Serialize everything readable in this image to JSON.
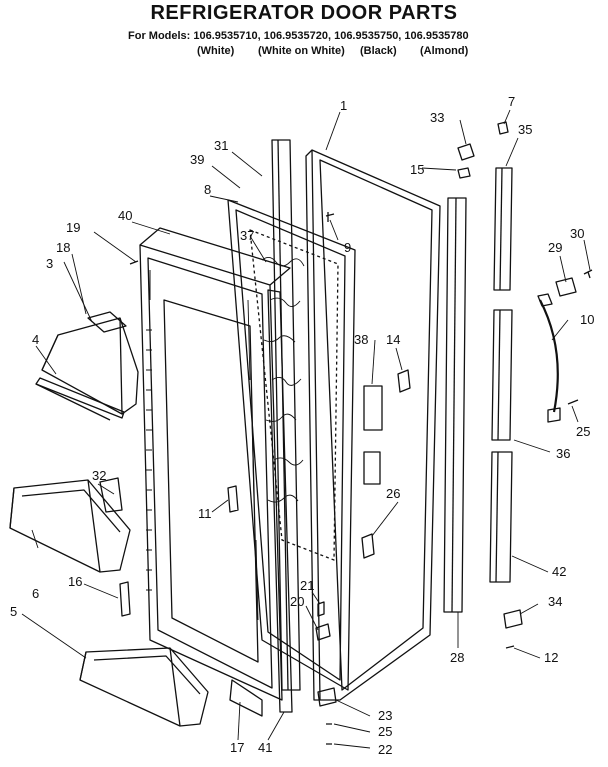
{
  "title": "REFRIGERATOR DOOR PARTS",
  "models_line": "For Models: 106.9535710, 106.9535720, 106.9535750, 106.9535780",
  "finishes": [
    "(White)",
    "(White on White)",
    "(Black)",
    "(Almond)"
  ],
  "part_numbers": [
    "1",
    "3",
    "4",
    "5",
    "6",
    "7",
    "8",
    "9",
    "10",
    "11",
    "12",
    "14",
    "15",
    "16",
    "17",
    "18",
    "19",
    "20",
    "21",
    "22",
    "23",
    "25",
    "25",
    "26",
    "28",
    "29",
    "30",
    "31",
    "32",
    "33",
    "34",
    "35",
    "36",
    "37",
    "38",
    "39",
    "40",
    "41",
    "42"
  ]
}
